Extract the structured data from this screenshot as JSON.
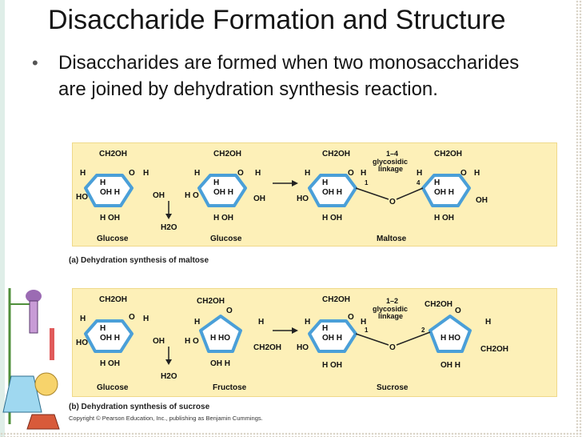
{
  "slide": {
    "title": "Disaccharide Formation and Structure",
    "bullet": "Disaccharides are formed when two monosaccharides are joined by dehydration synthesis reaction."
  },
  "figure": {
    "caption_a": "(a) Dehydration synthesis of maltose",
    "caption_b": "(b) Dehydration synthesis of sucrose",
    "copyright": "Copyright © Pearson Education, Inc., publishing as Benjamin Cummings.",
    "water": "H2O",
    "maltose": {
      "name_1": "Glucose",
      "name_2": "Glucose",
      "name_3": "Maltose",
      "linkage_num": "1–4",
      "linkage_1": "glycosidic",
      "linkage_2": "linkage",
      "c1": "1",
      "c4": "4"
    },
    "sucrose": {
      "name_1": "Glucose",
      "name_2": "Fructose",
      "name_3": "Sucrose",
      "linkage_num": "1–2",
      "linkage_1": "glycosidic",
      "linkage_2": "linkage",
      "c1": "1",
      "c2": "2"
    },
    "labels": {
      "ch2oh": "CH2OH",
      "h": "H",
      "o": "O",
      "oh": "OH",
      "ho": "HO",
      "oh_h": "OH  H",
      "h_oh": "H    OH",
      "h_ho": "H   HO",
      "oh_h2": "OH   H",
      "ho_h": "H O"
    }
  },
  "colors": {
    "panel": "#fdf0b8",
    "ring": "#4a9fd8",
    "arrow": "#222222"
  }
}
